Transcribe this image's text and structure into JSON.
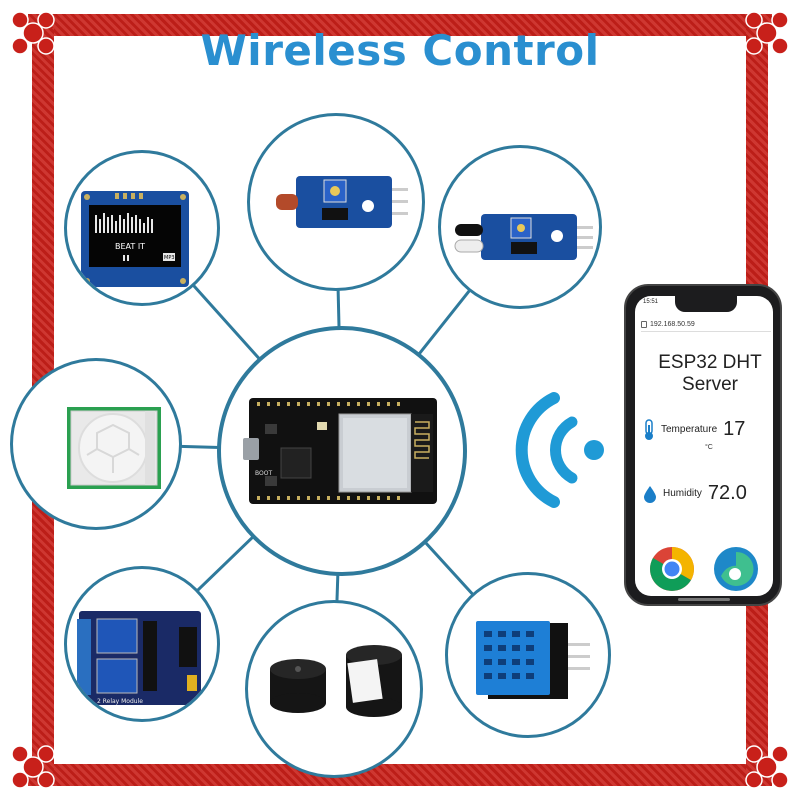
{
  "title": "Wireless Control",
  "colors": {
    "frame_red": "#c8201a",
    "title_blue": "#2a8fd0",
    "connector": "#2f7a9c",
    "pcb_blue": "#1a4fa0",
    "wifi_blue": "#1f9ad6"
  },
  "modules": {
    "oled": {
      "name": "oled-display-module",
      "screen_text": "BEAT IT",
      "badge": "MP3"
    },
    "ldr": {
      "name": "light-sensor-module"
    },
    "ir": {
      "name": "ir-obstacle-sensor-module"
    },
    "pir": {
      "name": "pir-motion-sensor-module"
    },
    "esp32": {
      "name": "esp32-dev-board",
      "boot_label": "BOOT"
    },
    "relay": {
      "name": "relay-module",
      "label": "2 Relay Module"
    },
    "buzzer": {
      "name": "buzzer-module"
    },
    "dht": {
      "name": "dht11-sensor-module"
    }
  },
  "wifi_icon": "wifi-signal-icon",
  "phone": {
    "time": "15:51",
    "url": "192.168.50.59",
    "app_title": "ESP32 DHT\nServer",
    "temperature_label": "Temperature",
    "temperature_value": "17",
    "temperature_unit": "°C",
    "humidity_label": "Humidity",
    "humidity_value": "72.0",
    "browser_icons": [
      "chrome-icon",
      "edge-icon"
    ]
  }
}
